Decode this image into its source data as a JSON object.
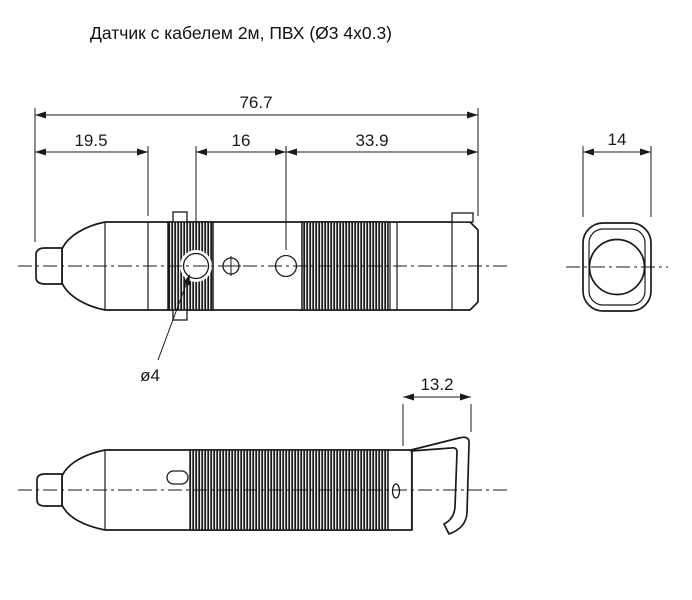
{
  "title": "Датчик с кабелем 2м, ПВХ (Ø3 4x0.3)",
  "side_view": {
    "dim_overall": "76.7",
    "dim_left": "19.5",
    "dim_holes": "16",
    "dim_right": "33.9",
    "dim_hole_dia": "ø4"
  },
  "end_view": {
    "dim_width": "14"
  },
  "bottom_view": {
    "dim_bracket": "13.2"
  }
}
